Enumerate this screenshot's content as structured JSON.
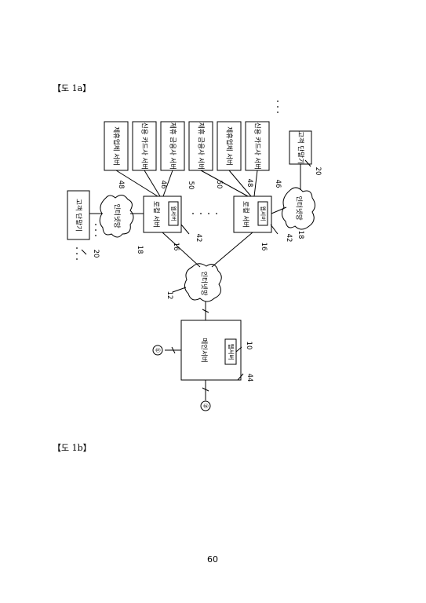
{
  "figure_labels": {
    "fig_1a": "【도 1a】",
    "fig_1b": "【도 1b】"
  },
  "page_number": "60",
  "diagram": {
    "top_boxes": [
      {
        "text": "제휴업체 서버",
        "ref": "48"
      },
      {
        "text": "신용 카드사 서버",
        "ref": "46"
      },
      {
        "text": "제휴 금융사 서버",
        "ref": "50"
      },
      {
        "text": "제휴 금융사 서버",
        "ref": "50"
      },
      {
        "text": "제휴업체 서버",
        "ref": "48"
      },
      {
        "text": "신용 카드사 서버",
        "ref": "46"
      }
    ],
    "customer_terminal_right": {
      "text": "고객 단말기",
      "ref": "20"
    },
    "customer_terminal_left": {
      "text": "고객 단말기",
      "ref": "20"
    },
    "local_server_left": {
      "title": "로컬 서버",
      "inner": "웹서버",
      "ref_box": "16",
      "ref_inner": "42"
    },
    "local_server_right": {
      "title": "로컬 서버",
      "inner": "웹서버",
      "ref_box": "16",
      "ref_inner": "42"
    },
    "network_left": {
      "text": "인터넷망",
      "ref": "18"
    },
    "network_right": {
      "text": "인터넷망",
      "ref": "18"
    },
    "network_center": {
      "text": "인터넷망",
      "ref": "12"
    },
    "main_server": {
      "title": "메인서버",
      "inner": "웹서버",
      "ref_box": "10",
      "ref_inner": "44"
    },
    "connectors": {
      "c1": "①",
      "c2": "②"
    }
  },
  "colors": {
    "line": "#000000",
    "background": "#ffffff"
  }
}
